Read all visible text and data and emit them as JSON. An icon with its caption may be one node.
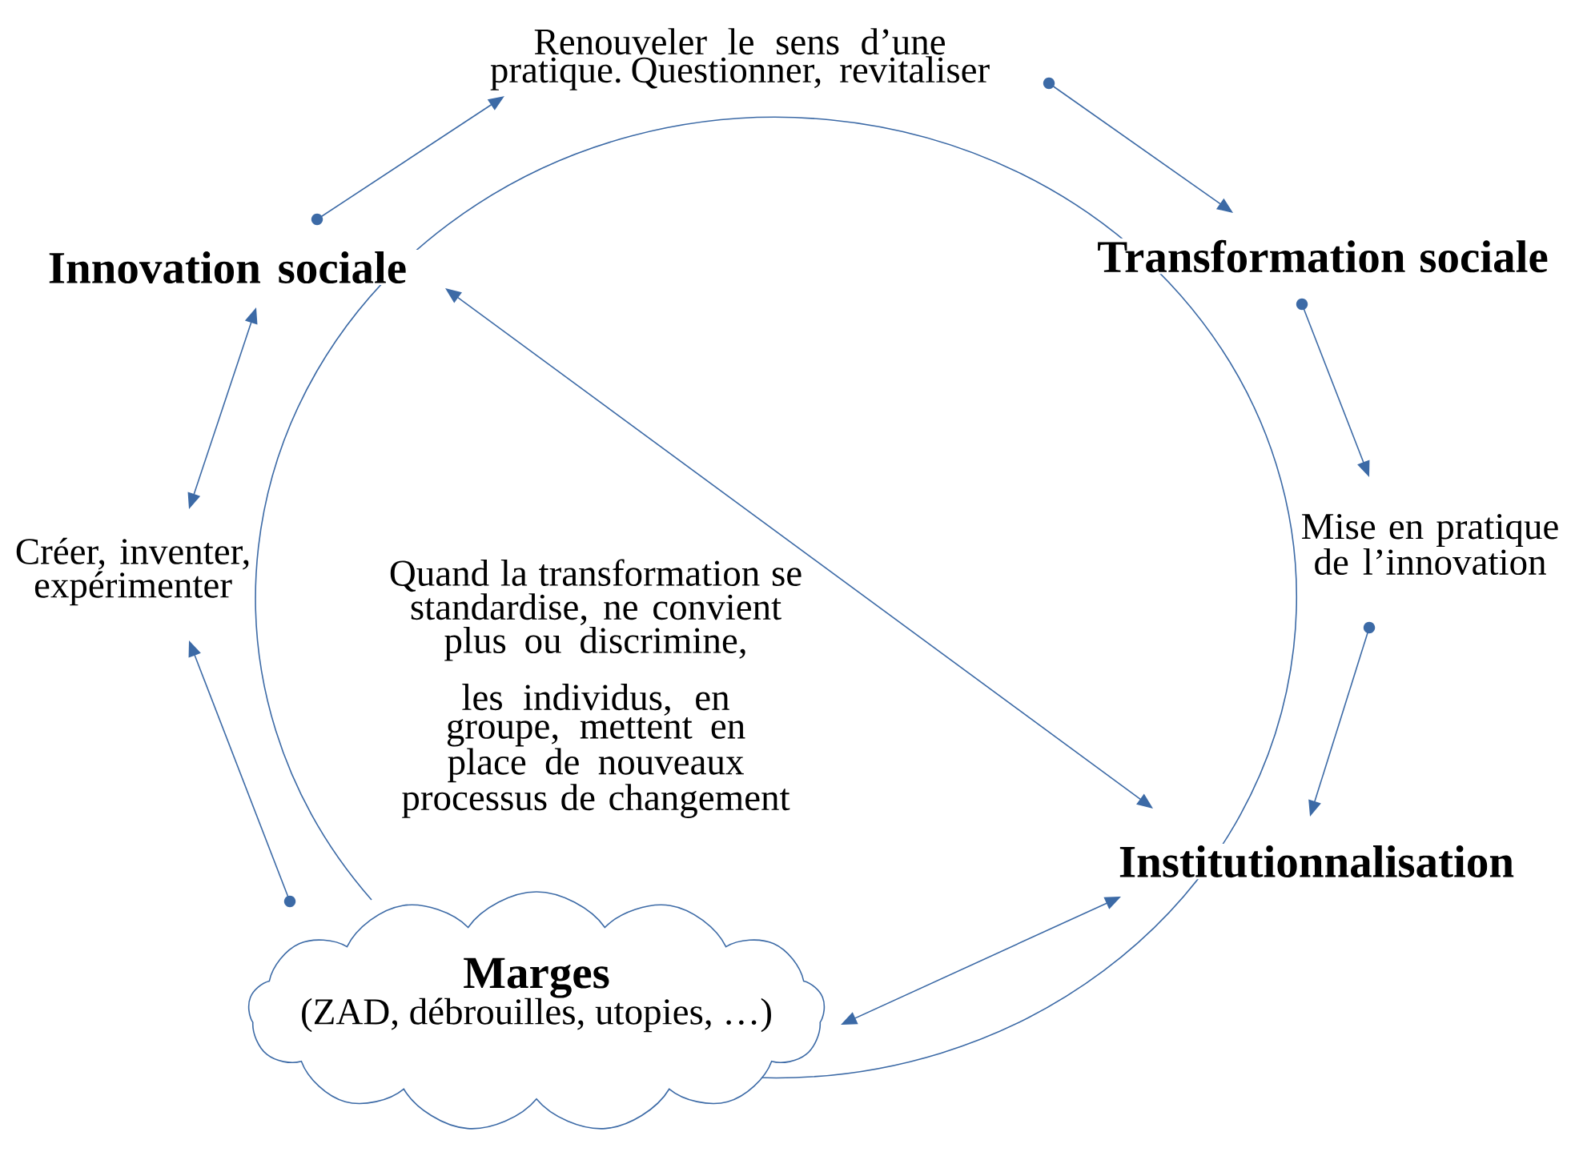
{
  "diagram": {
    "nodes": [
      {
        "text": [
          "Renouveler le sens d’une pratique. Questionner, revitaliser"
        ]
      },
      {
        "text": [
          "Transformation sociale"
        ]
      },
      {
        "text": [
          "Mise en pratique de l’innovation"
        ]
      },
      {
        "text": [
          "Institutionnalisation"
        ]
      },
      {
        "text": [
          "Marges",
          "(ZAD, débrouilles, utopies, …)"
        ]
      },
      {
        "text": [
          "Créer, inventer, expérimenter"
        ]
      },
      {
        "text": [
          "Innovation sociale"
        ]
      }
    ],
    "edges": [
      {
        "from": 6,
        "to": 0,
        "arrow": "to"
      },
      {
        "from": 0,
        "to": 1,
        "arrow": "to"
      },
      {
        "from": 1,
        "to": 2,
        "arrow": "to"
      },
      {
        "from": 2,
        "to": 3,
        "arrow": "to"
      },
      {
        "from": 3,
        "to": 4,
        "arrow": "both"
      },
      {
        "from": 4,
        "to": 5,
        "arrow": "to"
      },
      {
        "from": 5,
        "to": 6,
        "arrow": "both"
      },
      {
        "from": 6,
        "to": 3,
        "arrow": "both"
      }
    ],
    "labels": [
      "Quand la transformation se standardise, ne convient plus ou discrimine,",
      "les individus, en groupe, mettent en place de nouveaux processus de changement"
    ]
  }
}
